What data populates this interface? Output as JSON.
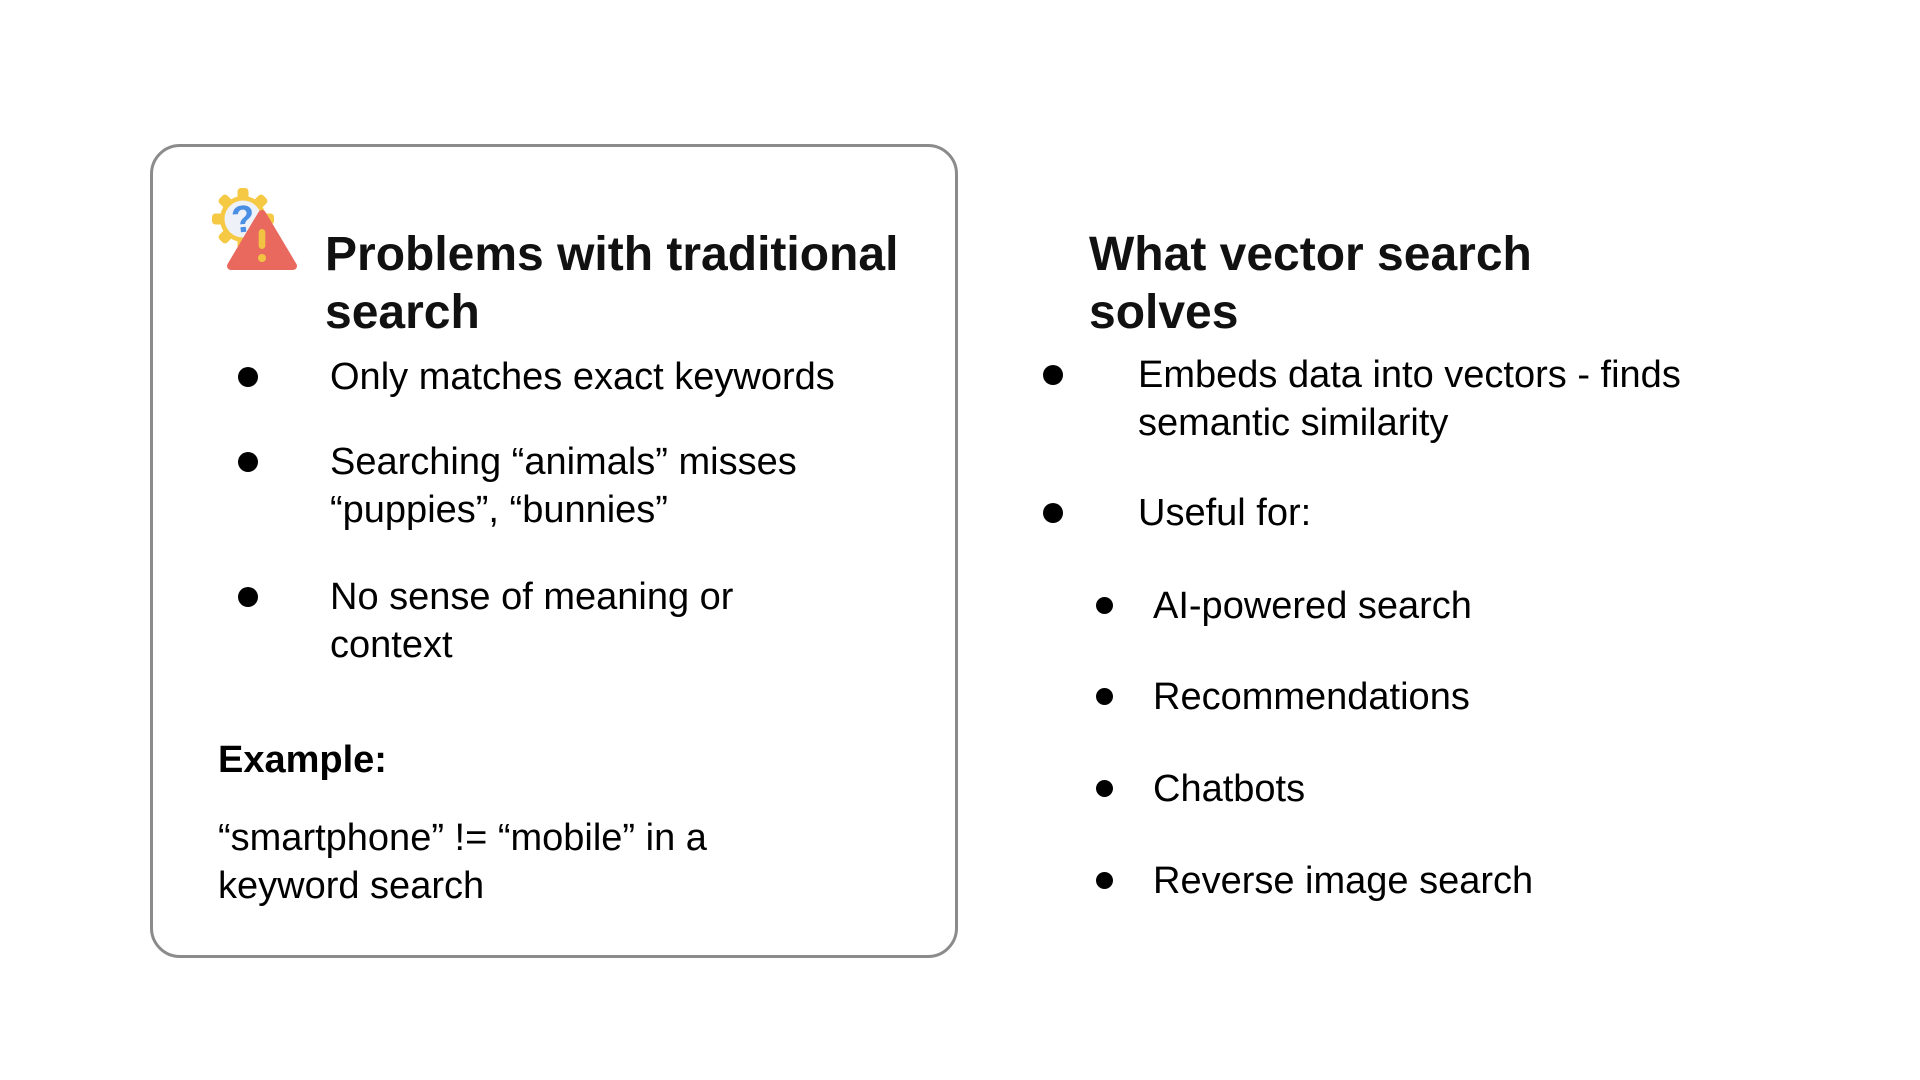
{
  "slide": {
    "background": "#ffffff"
  },
  "left_card": {
    "border_color": "#8b8b8b",
    "icon": {
      "name": "gear-question-warning",
      "question_glyph": "?",
      "colors": {
        "gear": "#F6C945",
        "inner_circle": "#EEF1F8",
        "question": "#4A8FE4",
        "triangle": "#E9695E",
        "exclaim": "#F2C343"
      }
    },
    "title": "Problems with traditional search",
    "bullets": [
      "Only matches exact keywords",
      "Searching “animals” misses “puppies”, “bunnies”",
      "No sense of meaning or context"
    ],
    "example": {
      "label": "Example:",
      "text": "“smartphone” != “mobile” in a keyword search"
    }
  },
  "right_panel": {
    "title": "What vector search solves",
    "bullets": [
      "Embeds data into vectors - finds semantic similarity",
      "Useful for:"
    ],
    "sub_bullets": [
      "AI-powered search",
      "Recommendations",
      "Chatbots",
      "Reverse image search"
    ]
  }
}
